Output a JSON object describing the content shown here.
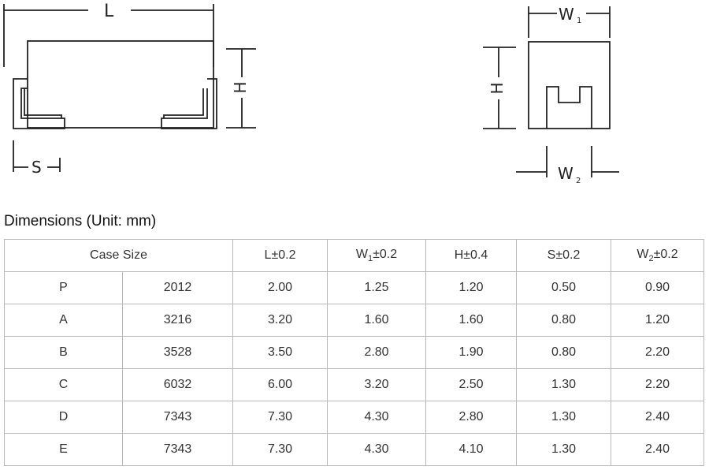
{
  "drawing": {
    "labels": {
      "L": "L",
      "H_side": "H",
      "S": "S",
      "W1": "W",
      "W1_sub": "1",
      "H_end": "H",
      "W2": "W",
      "W2_sub": "2"
    }
  },
  "section_title": "Dimensions (Unit: mm)",
  "table": {
    "headers": {
      "case_size": "Case Size",
      "L": "L±0.2",
      "W1_base": "W",
      "W1_sub": "1",
      "W1_tol": "±0.2",
      "H": "H±0.4",
      "S": "S±0.2",
      "W2_base": "W",
      "W2_sub": "2",
      "W2_tol": "±0.2"
    },
    "rows": [
      {
        "code": "P",
        "size": "2012",
        "L": "2.00",
        "W1": "1.25",
        "H": "1.20",
        "S": "0.50",
        "W2": "0.90"
      },
      {
        "code": "A",
        "size": "3216",
        "L": "3.20",
        "W1": "1.60",
        "H": "1.60",
        "S": "0.80",
        "W2": "1.20"
      },
      {
        "code": "B",
        "size": "3528",
        "L": "3.50",
        "W1": "2.80",
        "H": "1.90",
        "S": "0.80",
        "W2": "2.20"
      },
      {
        "code": "C",
        "size": "6032",
        "L": "6.00",
        "W1": "3.20",
        "H": "2.50",
        "S": "1.30",
        "W2": "2.20"
      },
      {
        "code": "D",
        "size": "7343",
        "L": "7.30",
        "W1": "4.30",
        "H": "2.80",
        "S": "1.30",
        "W2": "2.40"
      },
      {
        "code": "E",
        "size": "7343",
        "L": "7.30",
        "W1": "4.30",
        "H": "4.10",
        "S": "1.30",
        "W2": "2.40"
      }
    ]
  }
}
